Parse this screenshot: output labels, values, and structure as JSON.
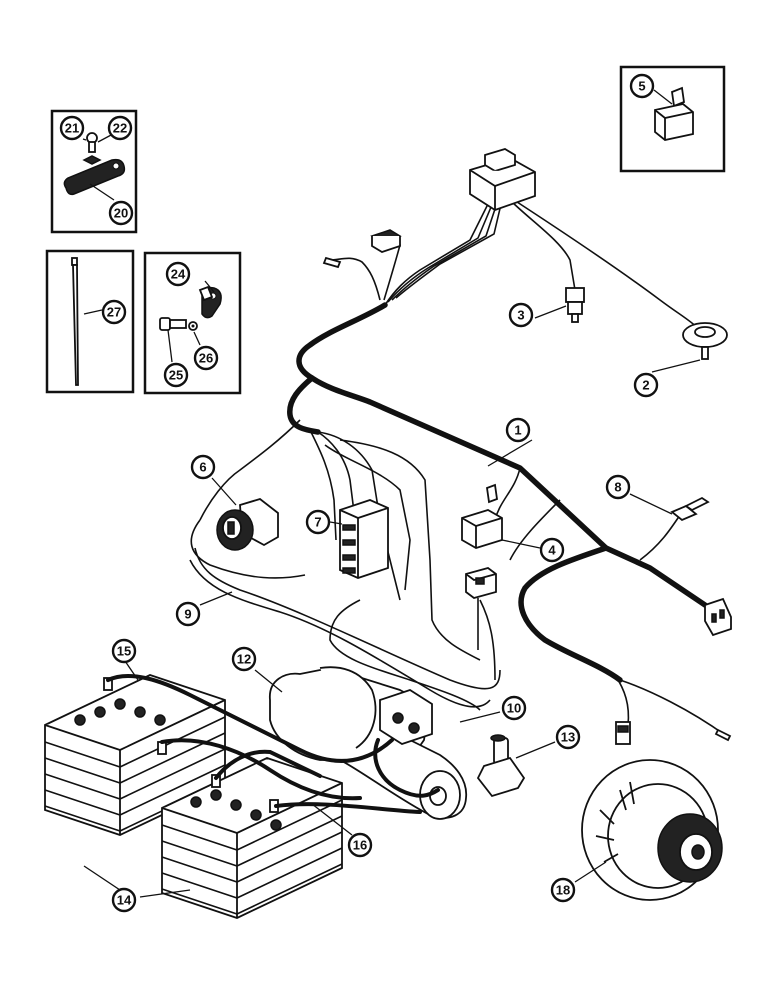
{
  "diagram": {
    "colors": {
      "ink": "#111111",
      "paper": "#ffffff"
    },
    "callouts": [
      {
        "id": "c1",
        "label": "1"
      },
      {
        "id": "c2",
        "label": "2"
      },
      {
        "id": "c3",
        "label": "3"
      },
      {
        "id": "c4",
        "label": "4"
      },
      {
        "id": "c5",
        "label": "5"
      },
      {
        "id": "c6",
        "label": "6"
      },
      {
        "id": "c7",
        "label": "7"
      },
      {
        "id": "c8",
        "label": "8"
      },
      {
        "id": "c9",
        "label": "9"
      },
      {
        "id": "c10",
        "label": "10"
      },
      {
        "id": "c12",
        "label": "12"
      },
      {
        "id": "c13",
        "label": "13"
      },
      {
        "id": "c14",
        "label": "14"
      },
      {
        "id": "c15",
        "label": "15"
      },
      {
        "id": "c16",
        "label": "16"
      },
      {
        "id": "c18",
        "label": "18"
      },
      {
        "id": "c20",
        "label": "20"
      },
      {
        "id": "c21",
        "label": "21"
      },
      {
        "id": "c22",
        "label": "22"
      },
      {
        "id": "c24",
        "label": "24"
      },
      {
        "id": "c25",
        "label": "25"
      },
      {
        "id": "c26",
        "label": "26"
      },
      {
        "id": "c27",
        "label": "27"
      }
    ]
  }
}
